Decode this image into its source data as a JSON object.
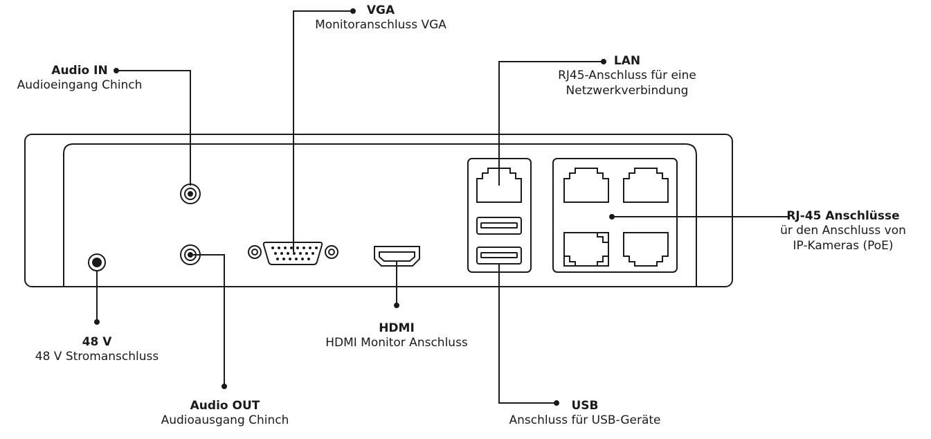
{
  "labels": {
    "vga": {
      "title": "VGA",
      "desc": "Monitoranschluss VGA"
    },
    "audio_in": {
      "title": "Audio IN",
      "desc": "Audioeingang Chinch"
    },
    "lan": {
      "title": "LAN",
      "desc1": "RJ45-Anschluss für eine",
      "desc2": "Netzwerkverbindung"
    },
    "rj45": {
      "title": "RJ-45 Anschlüsse",
      "desc1": "ür den Anschluss von",
      "desc2": "IP-Kameras (PoE)"
    },
    "v48": {
      "title": "48 V",
      "desc": "48 V Stromanschluss"
    },
    "hdmi": {
      "title": "HDMI",
      "desc": "HDMI Monitor Anschluss"
    },
    "audio_out": {
      "title": "Audio OUT",
      "desc": "Audioausgang Chinch"
    },
    "usb": {
      "title": "USB",
      "desc": "Anschluss für USB-Geräte"
    }
  },
  "colors": {
    "line": "#1a1a1a",
    "background": "#ffffff"
  }
}
